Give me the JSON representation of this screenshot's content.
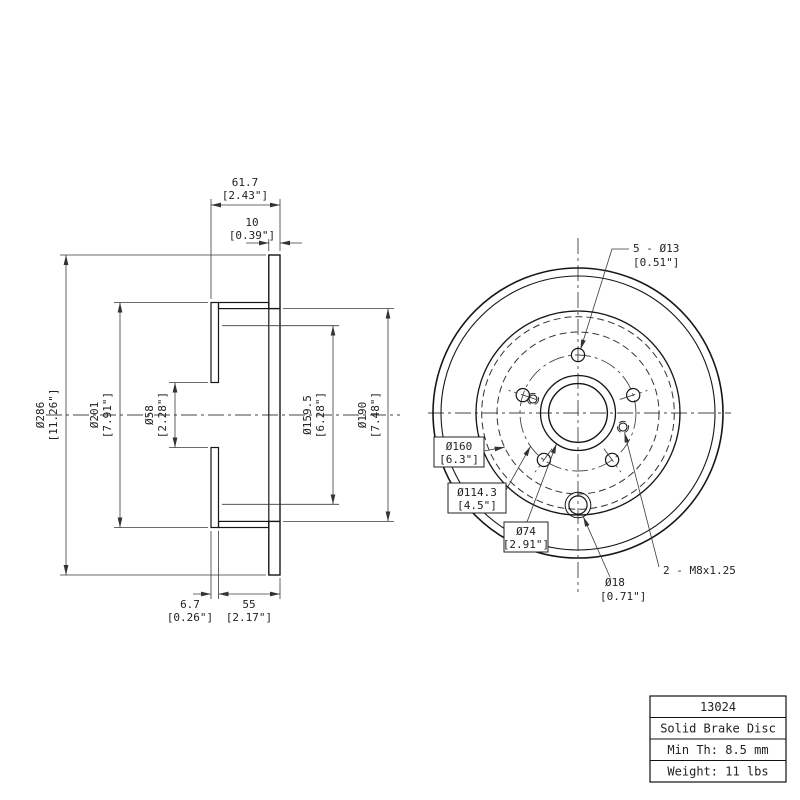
{
  "drawing": {
    "section": {
      "outer_dia": {
        "mm": "Ø286",
        "in": "[11.26\"]"
      },
      "hat_dia": {
        "mm": "Ø201",
        "in": "[7.91\"]"
      },
      "center_bore": {
        "mm": "Ø58",
        "in": "[2.28\"]"
      },
      "drum_inner_dia": {
        "mm": "Ø159.5",
        "in": "[6.28\"]"
      },
      "drum_dia": {
        "mm": "Ø190",
        "in": "[7.48\"]"
      },
      "width_total": {
        "mm": "61.7",
        "in": "[2.43\"]"
      },
      "disc_thickness": {
        "mm": "10",
        "in": "[0.39\"]"
      },
      "flange_thickness": {
        "mm": "6.7",
        "in": "[0.26\"]"
      },
      "hat_depth": {
        "mm": "55",
        "in": "[2.17\"]"
      }
    },
    "front": {
      "lug_holes": {
        "l1": "5 - Ø13",
        "l2": "[0.51\"]"
      },
      "shoe_dia": {
        "l1": "Ø160",
        "l2": "[6.3\"]"
      },
      "bolt_circle": {
        "l1": "Ø114.3",
        "l2": "[4.5\"]"
      },
      "pilot_dia": {
        "l1": "Ø74",
        "l2": "[2.91\"]"
      },
      "adjust_hole": {
        "l1": "Ø18",
        "l2": "[0.71\"]"
      },
      "service_holes": "2 - M8x1.25"
    },
    "info_table": {
      "rows": [
        "13024",
        "Solid Brake Disc",
        "Min Th: 8.5 mm",
        "Weight: 11 lbs"
      ]
    }
  }
}
